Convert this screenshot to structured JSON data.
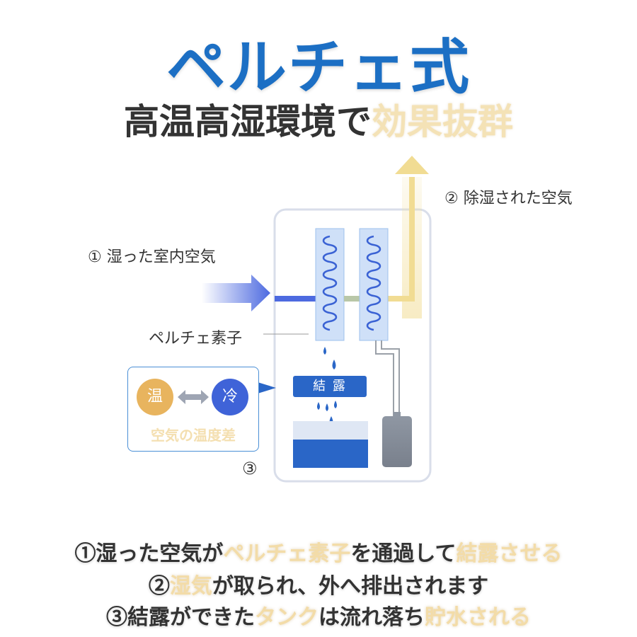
{
  "title": "ペルチェ式",
  "subtitle": {
    "part1": "高温高湿環境で",
    "part2": "効果抜群"
  },
  "labels": {
    "dehumidified": "② 除湿された空気",
    "humid": "① 湿った室内空気",
    "peltier": "ペルチェ素子",
    "num3": "③"
  },
  "temp_box": {
    "warm": "温",
    "cold": "冷",
    "caption": "空気の温度差"
  },
  "dew_label": "結 露",
  "bottom_lines": [
    {
      "p1": "①湿った空気が",
      "h1": "ペルチェ素子",
      "p2": "を通過して",
      "h2": "結露させる"
    },
    {
      "p1": "②",
      "h1": "湿気",
      "p2": "が取られ、外へ排出されます"
    },
    {
      "p1": "③結露ができた",
      "h1": "タンク",
      "p2": "は流れ落ち",
      "h2": "貯水される"
    }
  ],
  "colors": {
    "title_blue": "#1c6fc4",
    "highlight_gold": "#f3dca8",
    "humid_air_blue": "#4d6ae0",
    "dry_air_yellow": "#f1dc93",
    "water_blue": "#2a66c7"
  }
}
